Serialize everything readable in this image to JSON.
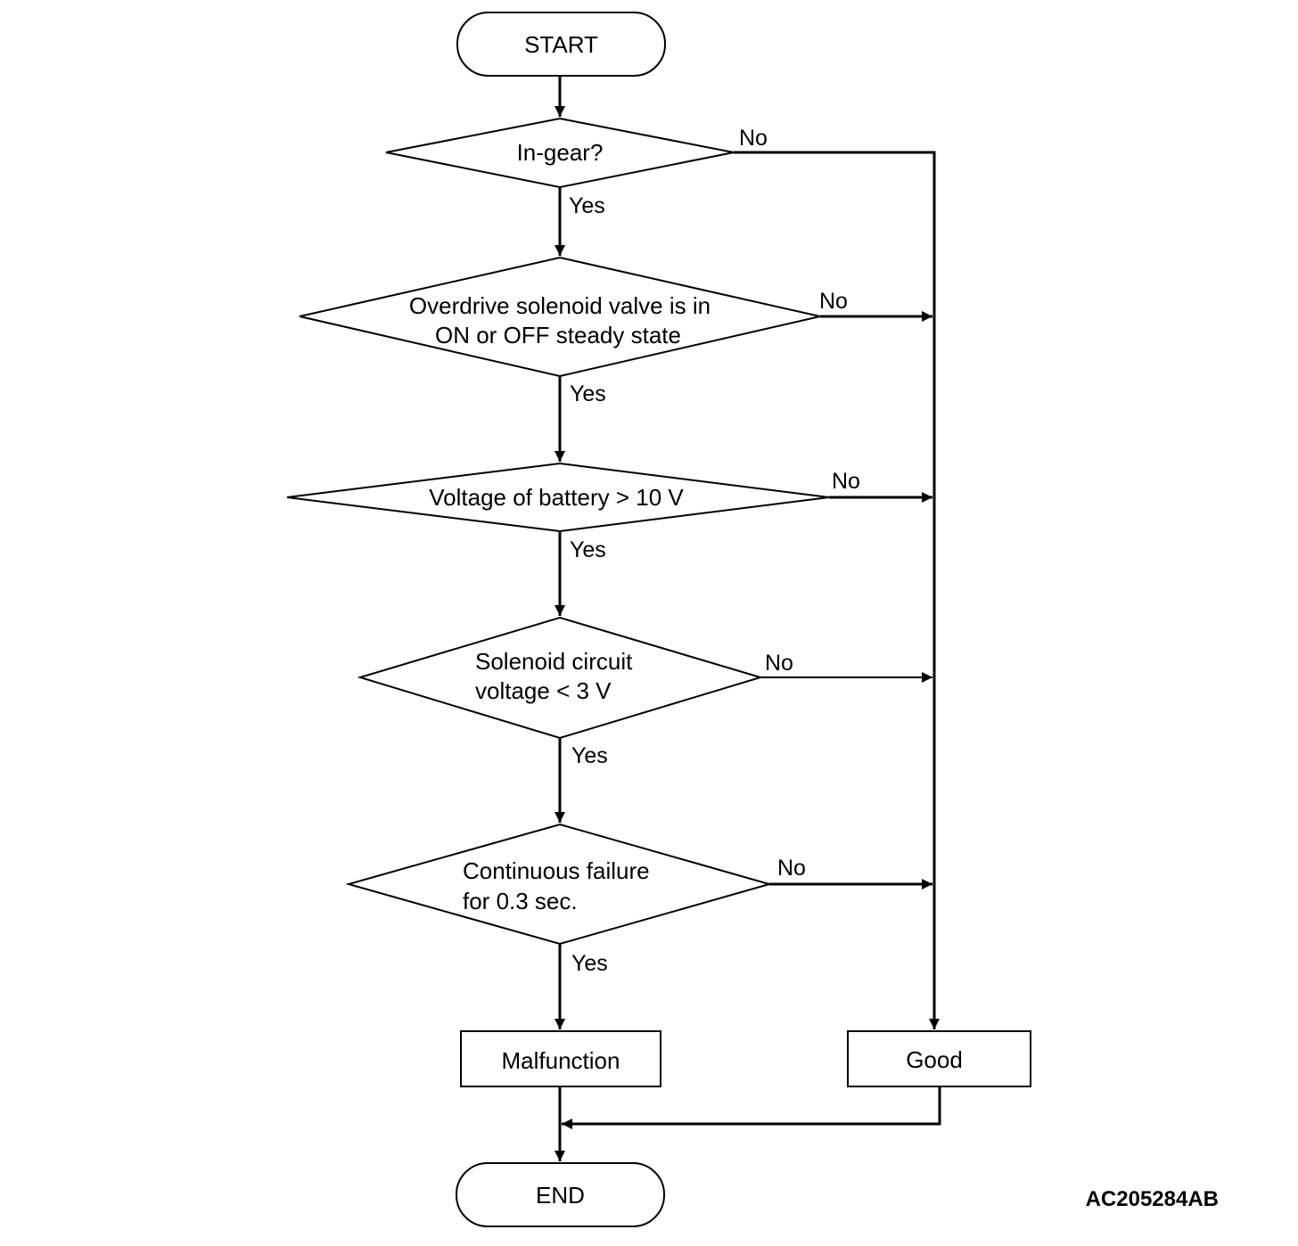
{
  "flowchart": {
    "start": "START",
    "end": "END",
    "decisions": [
      {
        "lines": [
          "In-gear?"
        ],
        "yes": "Yes",
        "no": "No"
      },
      {
        "lines": [
          "Overdrive solenoid valve is in",
          "ON or OFF steady state"
        ],
        "yes": "Yes",
        "no": "No"
      },
      {
        "lines": [
          "Voltage of battery > 10 V"
        ],
        "yes": "Yes",
        "no": "No"
      },
      {
        "lines": [
          "Solenoid circuit",
          "voltage < 3 V"
        ],
        "yes": "Yes",
        "no": "No"
      },
      {
        "lines": [
          "Continuous failure",
          "for 0.3 sec."
        ],
        "yes": "Yes",
        "no": "No"
      }
    ],
    "results": {
      "malfunction": "Malfunction",
      "good": "Good"
    }
  },
  "figure_code": "AC205284AB"
}
